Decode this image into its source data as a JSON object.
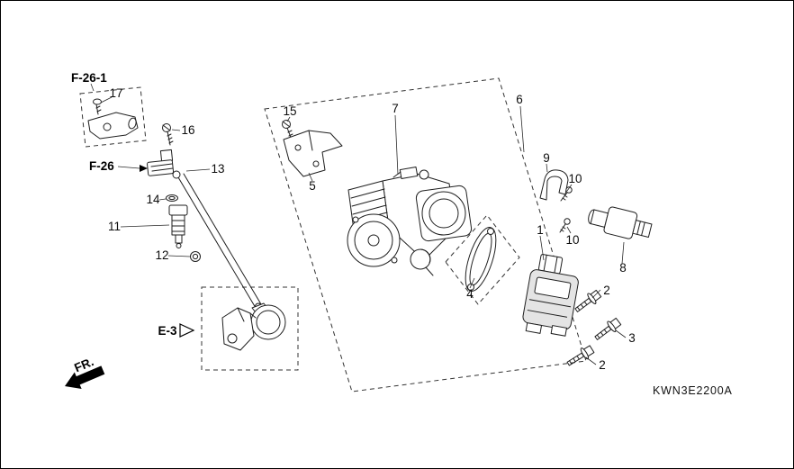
{
  "diagram": {
    "code": "KWN3E2200A",
    "refs": {
      "f26_1": "F-26-1",
      "f26": "F-26",
      "e3": "E-3",
      "fr": "FR."
    },
    "part_labels": {
      "p1": "1",
      "p2a": "2",
      "p2b": "2",
      "p3": "3",
      "p4": "4",
      "p5": "5",
      "p6": "6",
      "p7": "7",
      "p8": "8",
      "p9": "9",
      "p10a": "10",
      "p10b": "10",
      "p11": "11",
      "p12": "12",
      "p13": "13",
      "p14": "14",
      "p15": "15",
      "p16": "16",
      "p17": "17"
    }
  }
}
